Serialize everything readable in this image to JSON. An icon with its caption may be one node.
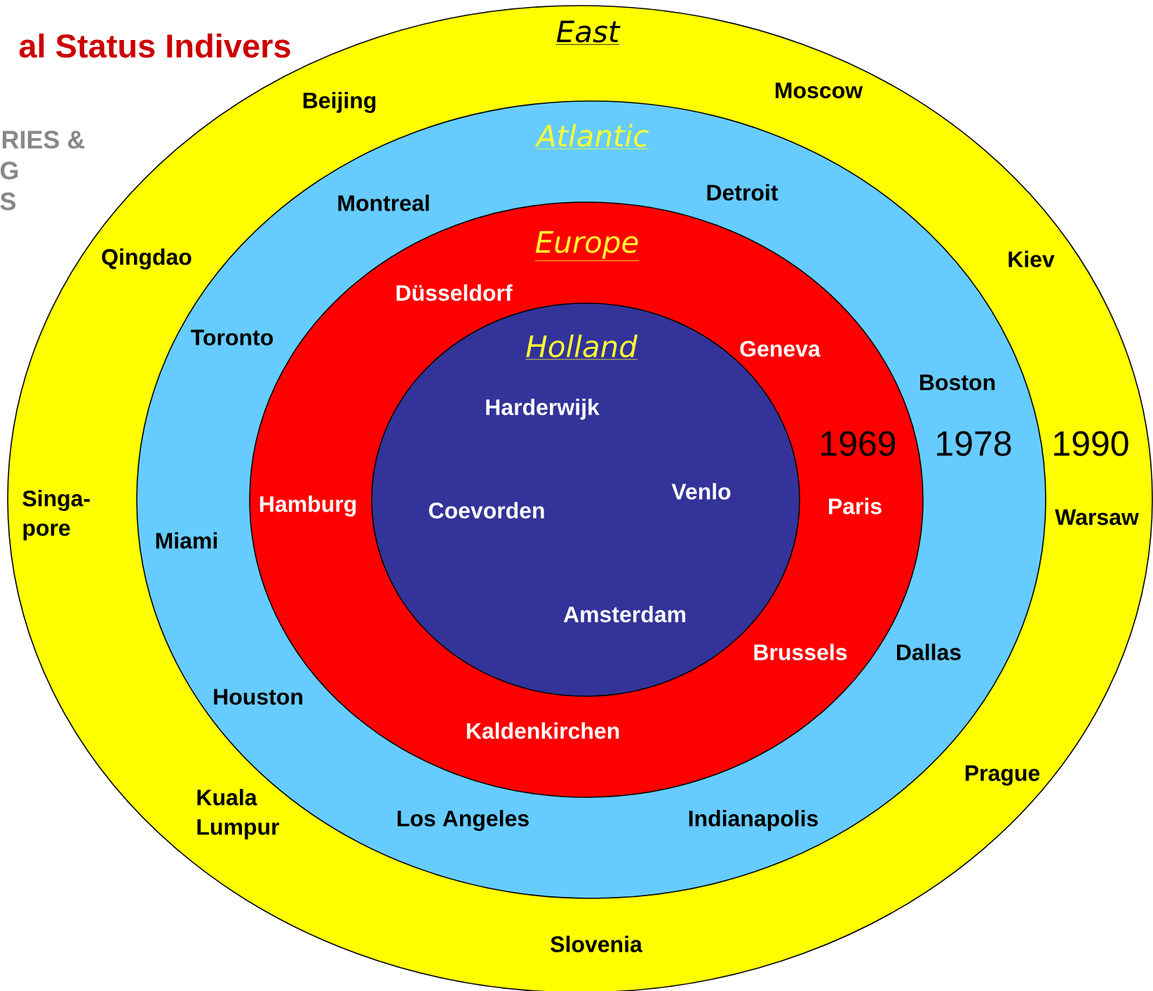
{
  "diagram": {
    "title": "al Status Indivers",
    "nodes": [
      {
        "text": [
          "East",
          "Beijing",
          "Moscow",
          "Qingdao",
          "Kiev",
          "Singa-pore",
          "1990",
          "Warsaw",
          "Kuala Lumpur",
          "Prague",
          "Slovenia"
        ]
      },
      {
        "text": [
          "Atlantic",
          "Montreal",
          "Detroit",
          "Toronto",
          "Boston",
          "1978",
          "Miami",
          "Dallas",
          "Houston",
          "Los Angeles",
          "Indianapolis"
        ],
        "in": 0
      },
      {
        "text": [
          "Europe",
          "Düsseldorf",
          "Geneva",
          "1969",
          "Hamburg",
          "Paris",
          "Brussels",
          "Kaldenkirchen"
        ],
        "in": 1
      },
      {
        "text": [
          "Holland",
          "Harderwijk",
          "Coevorden",
          "Venlo",
          "Amsterdam"
        ],
        "in": 2
      }
    ],
    "labels": [
      "RIES &",
      "G",
      "S"
    ]
  }
}
